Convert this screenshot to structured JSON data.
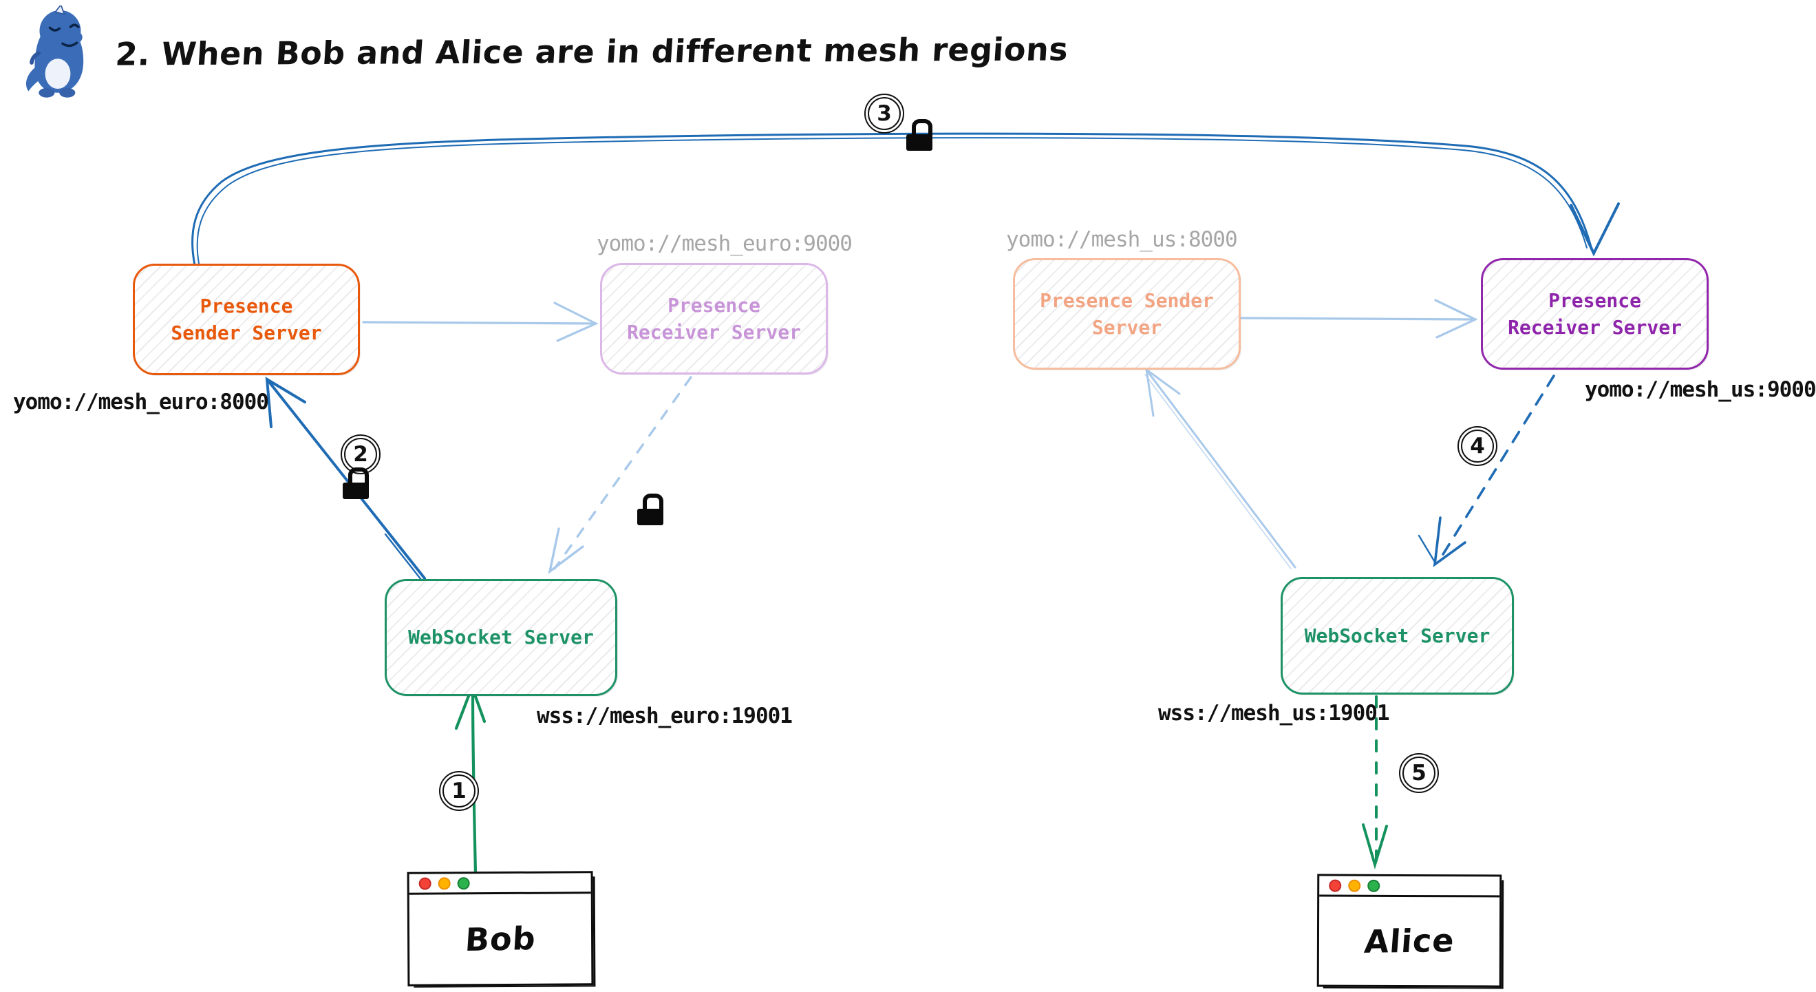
{
  "header": {
    "title": "2. When Bob and Alice are in different mesh regions"
  },
  "mesh_euro": {
    "presence_sender": {
      "label": "Presence Sender Server",
      "endpoint": "yomo://mesh_euro:8000",
      "state": "active"
    },
    "presence_receiver": {
      "label": "Presence Receiver Server",
      "endpoint": "yomo://mesh_euro:9000",
      "state": "inactive"
    },
    "websocket": {
      "label": "WebSocket Server",
      "endpoint": "wss://mesh_euro:19001"
    },
    "client": {
      "name": "Bob"
    }
  },
  "mesh_us": {
    "presence_sender": {
      "label": "Presence Sender Server",
      "endpoint": "yomo://mesh_us:8000",
      "state": "inactive"
    },
    "presence_receiver": {
      "label": "Presence Receiver Server",
      "endpoint": "yomo://mesh_us:9000",
      "state": "active"
    },
    "websocket": {
      "label": "WebSocket Server",
      "endpoint": "wss://mesh_us:19001"
    },
    "client": {
      "name": "Alice"
    }
  },
  "steps": {
    "s1": "1",
    "s2": "2",
    "s3": "3",
    "s4": "4",
    "s5": "5"
  },
  "icons": {
    "locks": [
      "lock-icon-step2",
      "lock-icon-step3",
      "lock-icon-euro-receiver-path"
    ],
    "mascot": "dino-mascot-icon",
    "window_controls": [
      "close-dot",
      "minimize-dot",
      "zoom-dot"
    ]
  },
  "colors": {
    "active_sender_accent": "#e8590c",
    "inactive_receiver_accent": "#c894d8",
    "inactive_sender_accent": "#f2a483",
    "active_receiver_accent": "#8e24aa",
    "websocket_accent": "#1d9266",
    "arrow_blue": "#1f6cb5",
    "arrow_light_blue": "#a9c9ea",
    "arrow_green": "#14925e",
    "muted_label": "#a6a6a6",
    "dot_red": "#f44336",
    "dot_yellow": "#ffb300",
    "dot_green": "#2bb24c"
  }
}
